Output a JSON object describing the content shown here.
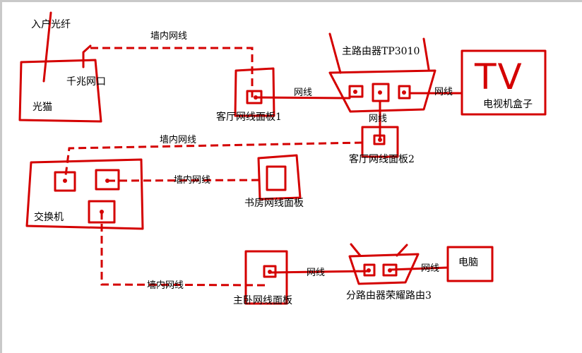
{
  "diagram": {
    "labels": {
      "fiber_in": "入户光纤",
      "gigabit_port": "千兆网口",
      "optical_modem": "光猫",
      "main_router": "主路由器TP3010",
      "living_panel_1": "客厅网线面板1",
      "living_panel_2": "客厅网线面板2",
      "tv_box": "电视机盒子",
      "tv_text": "TV",
      "switch": "交换机",
      "study_panel": "书房网线面板",
      "master_panel": "主卧网线面板",
      "sub_router": "分路由器荣耀路由3",
      "computer": "电脑"
    },
    "wires": {
      "in_wall_1": "墙内网线",
      "in_wall_2": "墙内网线",
      "in_wall_3": "墙内网线",
      "in_wall_4": "墙内网线",
      "cable_panel_router": "网线",
      "cable_router_tv": "网线",
      "cable_router_panel2": "网线",
      "cable_panel_subrouter": "网线",
      "cable_subrouter_pc": "网线"
    },
    "colors": {
      "ink": "#d40000",
      "text": "#000000",
      "background": "#ffffff"
    }
  }
}
